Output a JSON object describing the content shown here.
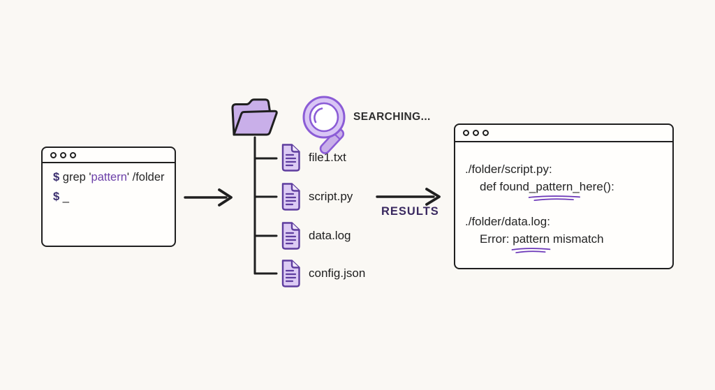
{
  "colors": {
    "background": "#faf8f4",
    "ink": "#1f1f1f",
    "accent_purple": "#6b3fa8",
    "prompt_indigo": "#3a2d6e",
    "lavender_fill": "#c9afe9",
    "file_fill": "#dccbf4",
    "file_stroke": "#5e3d9e",
    "magnifier_stroke": "#8b5cd6",
    "underline_purple": "#6a35b8",
    "results_label_color": "#3a2960"
  },
  "terminal": {
    "window_dots": 3,
    "line1": {
      "prompt": "$",
      "pre": " grep '",
      "pattern": "pattern",
      "post": "' /folder"
    },
    "line2": {
      "prompt": "$",
      "cursor": " _"
    }
  },
  "tree": {
    "folder_icon": "open-folder-icon",
    "files": [
      {
        "name": "file1.txt"
      },
      {
        "name": "script.py"
      },
      {
        "name": "data.log"
      },
      {
        "name": "config.json"
      }
    ]
  },
  "search": {
    "icon": "magnifier-icon",
    "label": "SEARCHING..."
  },
  "flow": {
    "arrow1": "right-arrow",
    "arrow2": "right-arrow",
    "results_label": "RESULTS"
  },
  "results": {
    "window_dots": 3,
    "line1": "./folder/script.py:",
    "line2_pre": "def found",
    "line2_marked": "_pattern_",
    "line2_post": "here():",
    "line3": "./folder/data.log:",
    "line4_pre": "Error: ",
    "line4_marked": "pattern",
    "line4_post": " mismatch"
  }
}
